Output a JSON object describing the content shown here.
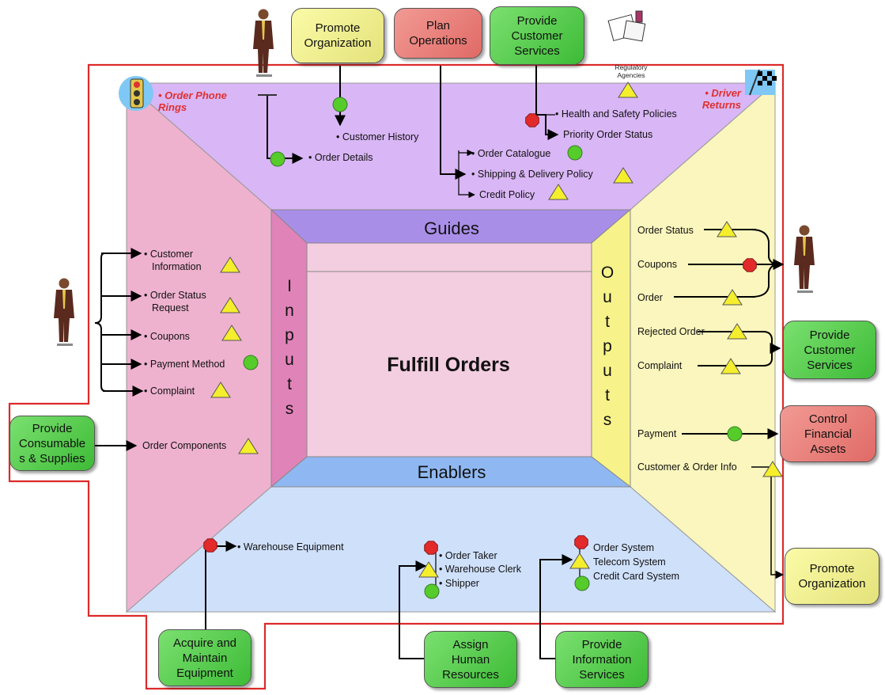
{
  "center": {
    "title": "Fulfill Orders",
    "guides": "Guides",
    "enablers": "Enablers",
    "inputs_letters": [
      "I",
      "n",
      "p",
      "u",
      "t",
      "s"
    ],
    "outputs_letters": [
      "O",
      "u",
      "t",
      "p",
      "u",
      "t",
      "s"
    ]
  },
  "events": {
    "start": "Order Phone\nRings",
    "end": "Driver\nReturns"
  },
  "regulatory": "Regulatory\nAgencies",
  "boxes": {
    "promote_top": "Promote\nOrganization",
    "plan_ops": "Plan\nOperations",
    "provide_cs_top": "Provide\nCustomer\nServices",
    "provide_cs_right": "Provide\nCustomer\nServices",
    "control_fin": "Control\nFinancial\nAssets",
    "promote_right": "Promote\nOrganization",
    "provide_consumables": "Provide\nConsumable\ns & Supplies",
    "acquire": "Acquire and\nMaintain\nEquipment",
    "assign_hr": "Assign\nHuman\nResources",
    "provide_is": "Provide\nInformation\nServices"
  },
  "guides_items": [
    "Customer History",
    "Order Details",
    "Health and Safety Policies",
    "Priority Order Status",
    "Order Catalogue",
    "Shipping & Delivery Policy",
    "Credit Policy"
  ],
  "inputs_items": [
    "Customer\nInformation",
    "Order Status\nRequest",
    "Coupons",
    "Payment Method",
    "Complaint",
    "Order Components"
  ],
  "outputs_items": [
    "Order Status",
    "Coupons",
    "Order",
    "Rejected Order",
    "Complaint",
    "Payment",
    "Customer & Order Info"
  ],
  "enablers_items": [
    "Warehouse Equipment",
    "Order Taker",
    "Warehouse Clerk",
    "Shipper",
    "Order System",
    "Telecom System",
    "Credit Card System"
  ],
  "colors": {
    "guides": "#d9b6f5",
    "inputs": "#eeb2cf",
    "outputs": "#faf6bd",
    "enablers": "#cfe0fb",
    "center": "#f3cde0",
    "boundary": "#dd2a2a",
    "green_box": "#52cc45",
    "yellow_box": "#f5f39a",
    "red_box": "#e98681"
  }
}
